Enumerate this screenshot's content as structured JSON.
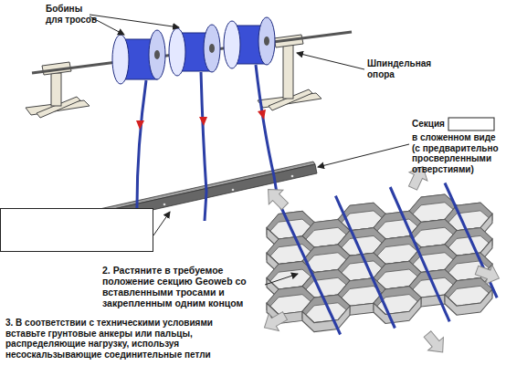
{
  "diagram": {
    "labels": [
      "Бобины для тросов",
      "Шпиндельная опора",
      "Секция",
      "в сложенном виде (с предварительно просверленными отверстиями)",
      "2. Растяните в требуемое положение секцию Geoweb со вставленными тросами и закрепленным одним концом",
      "3. В соответствии с техническими условиями вставьте грунтовые анкеры или пальцы, распределяющие нагрузку, используя несоскальзывающие соединительные петли"
    ]
  }
}
